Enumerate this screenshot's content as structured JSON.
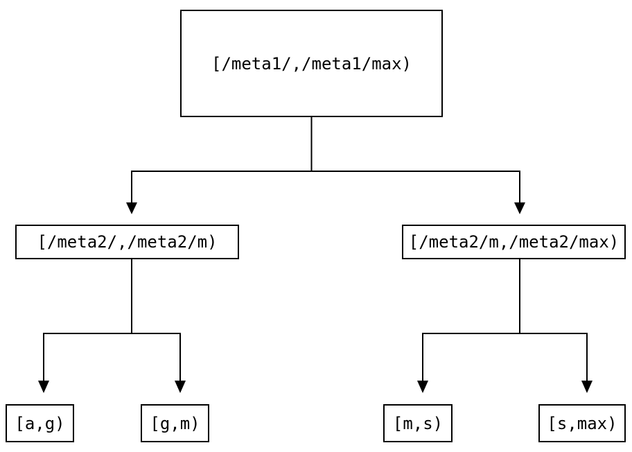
{
  "diagram": {
    "type": "interval-partition-tree",
    "colors": {
      "background": "#ffffff",
      "line": "#000000",
      "box_border": "#000000",
      "text": "#000000"
    },
    "nodes": {
      "root": {
        "label": "[/meta1/,/meta1/max)"
      },
      "meta2_low": {
        "label": "[/meta2/,/meta2/m)"
      },
      "meta2_high": {
        "label": "[/meta2/m,/meta2/max)"
      },
      "leaf_a_g": {
        "label": "[a,g)"
      },
      "leaf_g_m": {
        "label": "[g,m)"
      },
      "leaf_m_s": {
        "label": "[m,s)"
      },
      "leaf_s_max": {
        "label": "[s,max)"
      }
    },
    "edges": [
      {
        "from": "root",
        "to": "meta2_low"
      },
      {
        "from": "root",
        "to": "meta2_high"
      },
      {
        "from": "meta2_low",
        "to": "leaf_a_g"
      },
      {
        "from": "meta2_low",
        "to": "leaf_g_m"
      },
      {
        "from": "meta2_high",
        "to": "leaf_m_s"
      },
      {
        "from": "meta2_high",
        "to": "leaf_s_max"
      }
    ]
  }
}
